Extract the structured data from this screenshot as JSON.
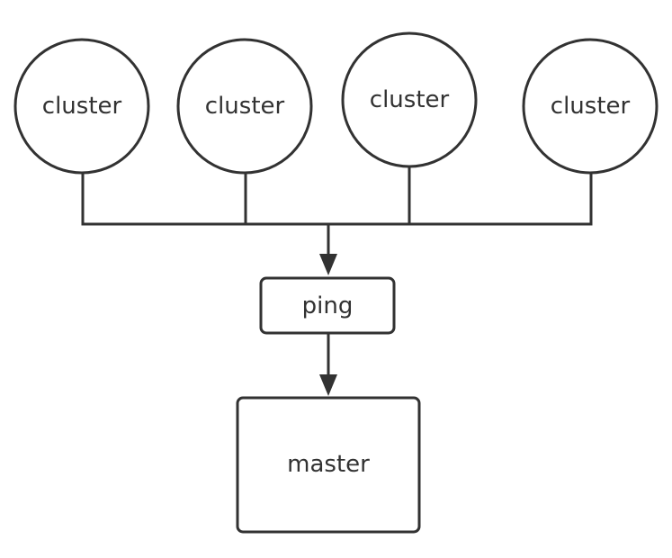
{
  "diagram": {
    "nodes": {
      "cluster_1": {
        "label": "cluster"
      },
      "cluster_2": {
        "label": "cluster"
      },
      "cluster_3": {
        "label": "cluster"
      },
      "cluster_4": {
        "label": "cluster"
      },
      "ping": {
        "label": "ping"
      },
      "master": {
        "label": "master"
      }
    },
    "edges": [
      {
        "from": "cluster_1",
        "to": "ping"
      },
      {
        "from": "cluster_2",
        "to": "ping"
      },
      {
        "from": "cluster_3",
        "to": "ping"
      },
      {
        "from": "cluster_4",
        "to": "ping"
      },
      {
        "from": "ping",
        "to": "master"
      }
    ]
  },
  "colors": {
    "stroke": "#323232",
    "text": "#323232",
    "background": "#ffffff"
  }
}
